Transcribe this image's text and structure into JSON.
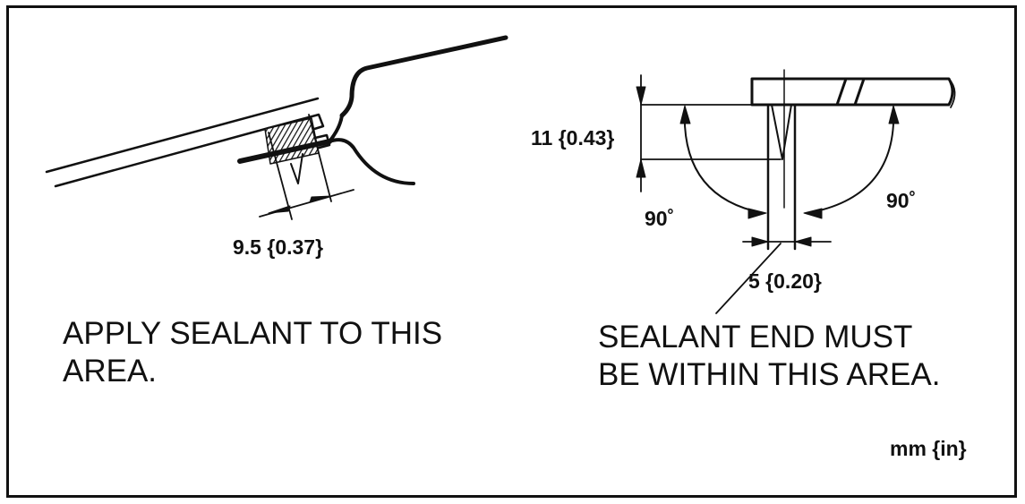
{
  "left": {
    "dimension": "9.5 {0.37}",
    "caption_lines": [
      "APPLY SEALANT TO THIS",
      "AREA."
    ]
  },
  "right": {
    "height_dimension": "11 {0.43}",
    "width_dimension": "5 {0.20}",
    "angle_left": "90˚",
    "angle_right": "90˚",
    "caption_lines": [
      "SEALANT END MUST",
      "BE WITHIN THIS AREA."
    ]
  },
  "units": "mm {in}"
}
